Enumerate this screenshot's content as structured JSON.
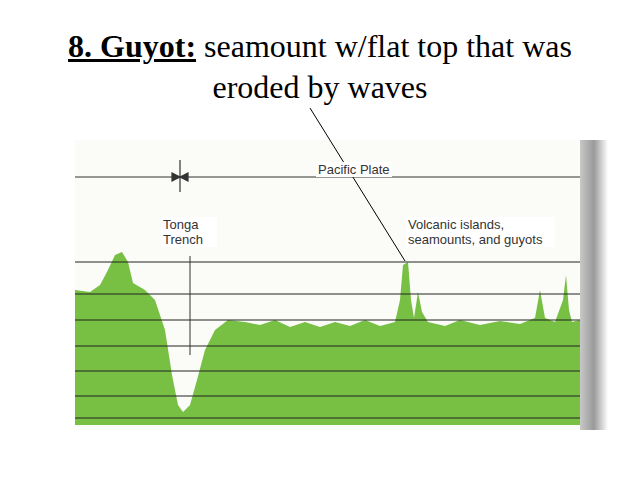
{
  "diagram": {
    "title": "8. Guyot:",
    "labels": [
      "seamount w/flat top that was eroded by waves",
      "Pacific Plate",
      "Tonga Trench",
      "Volcanic islands, seamounts, and guyots"
    ]
  }
}
